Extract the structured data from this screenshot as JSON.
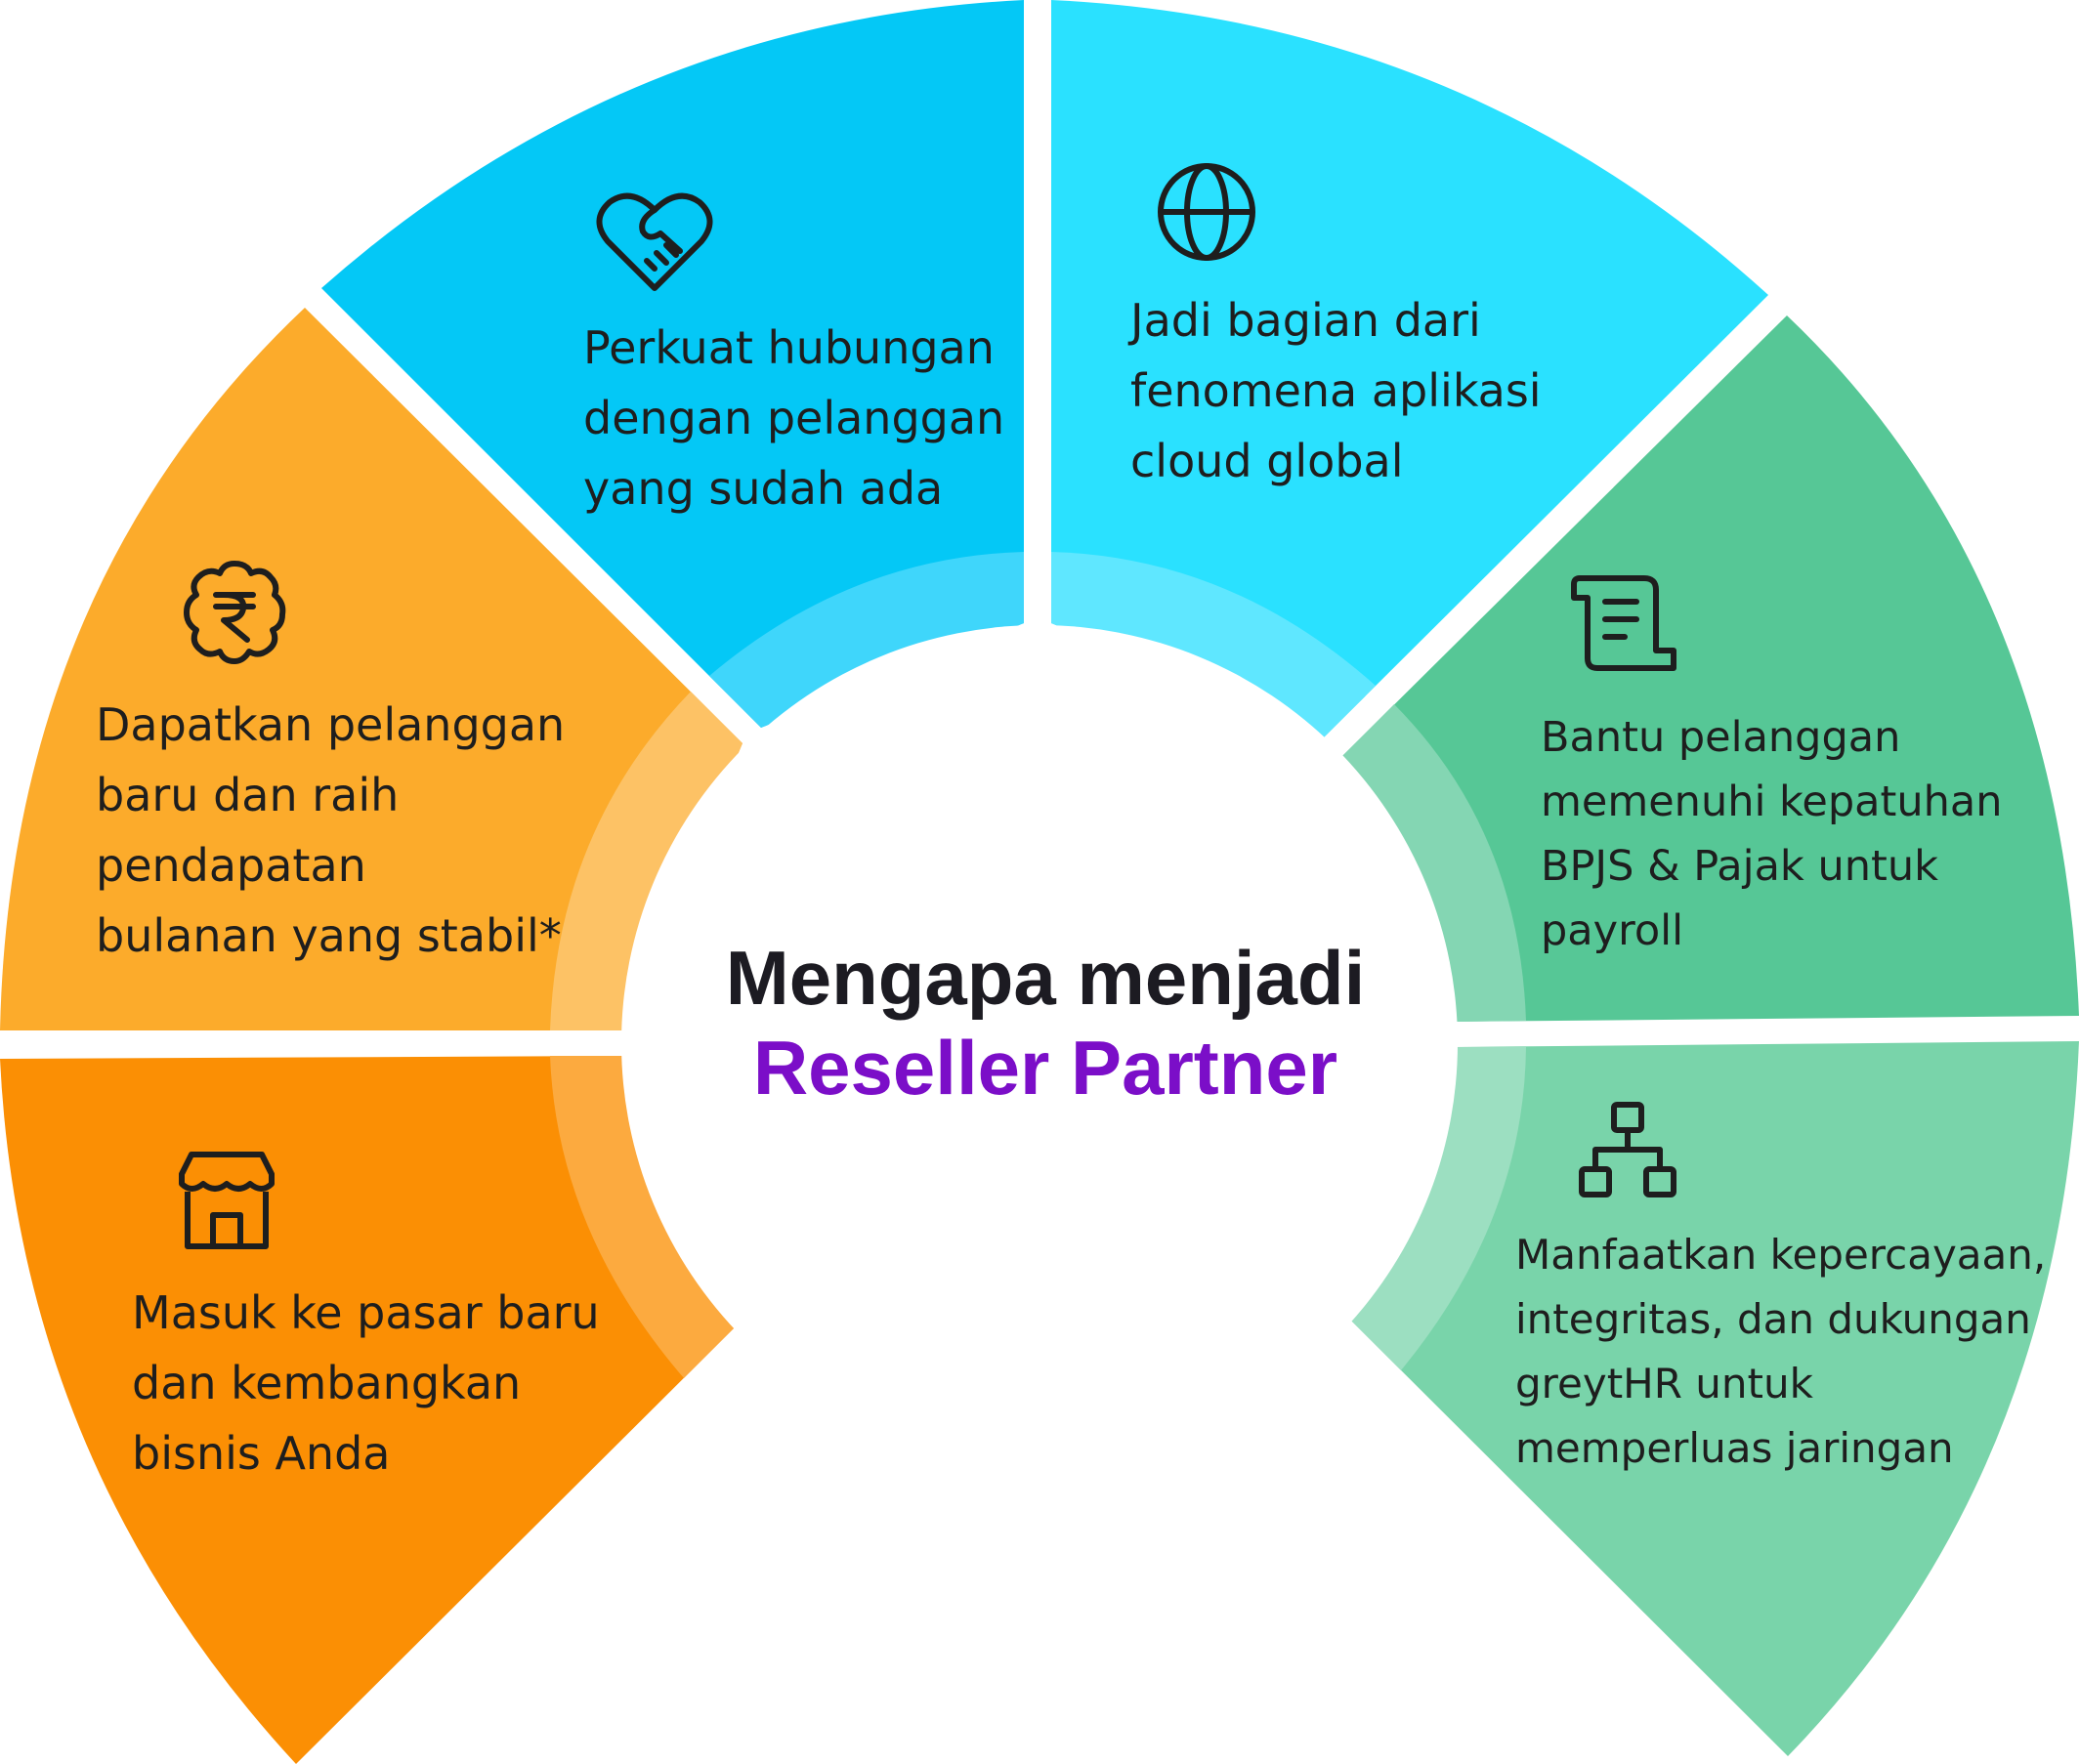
{
  "title": {
    "line1": "Mengapa menjadi",
    "line2": "Reseller Partner"
  },
  "colors": {
    "title": "#1c1b22",
    "subtitle": "#7b0ec8",
    "blue_dark": "#04c8f6",
    "blue_light": "#2ae1ff",
    "green_dark": "#56c796",
    "green_light": "#79d4aa",
    "orange_light": "#fcab2b",
    "orange_dark": "#fb8f04"
  },
  "segments": [
    {
      "id": "perkuat",
      "icon": "handshake-heart-icon",
      "lines": [
        "Perkuat hubungan",
        "dengan pelanggan",
        "yang sudah ada"
      ]
    },
    {
      "id": "global",
      "icon": "globe-icon",
      "lines": [
        "Jadi bagian dari",
        "fenomena aplikasi",
        "cloud global"
      ]
    },
    {
      "id": "bpjs",
      "icon": "scroll-document-icon",
      "lines": [
        "Bantu pelanggan",
        "memenuhi kepatuhan",
        "BPJS & Pajak untuk",
        "payroll"
      ]
    },
    {
      "id": "jaringan",
      "icon": "network-hierarchy-icon",
      "lines": [
        "Manfaatkan kepercayaan,",
        "integritas, dan dukungan",
        "greytHR untuk",
        "memperluas jaringan"
      ]
    },
    {
      "id": "pasar",
      "icon": "storefront-icon",
      "lines": [
        "Masuk ke pasar baru",
        "dan kembangkan",
        "bisnis Anda"
      ]
    },
    {
      "id": "pendapatan",
      "icon": "rupee-badge-icon",
      "lines": [
        "Dapatkan pelanggan",
        "baru dan raih",
        "pendapatan",
        "bulanan yang stabil*"
      ]
    }
  ]
}
